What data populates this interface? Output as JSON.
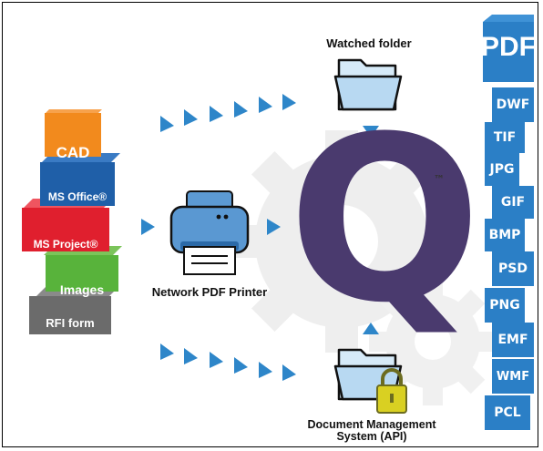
{
  "inputs": [
    {
      "label": "CAD",
      "color": "#f28a1d"
    },
    {
      "label": "MS Office®",
      "color": "#1f5fa8"
    },
    {
      "label": "MS Project®",
      "color": "#e01f2e"
    },
    {
      "label": "Images",
      "color": "#58b33b"
    },
    {
      "label": "RFI form",
      "color": "#6b6b6b"
    }
  ],
  "printer": {
    "label": "Network PDF Printer",
    "icon": "printer-icon"
  },
  "watched_folder": {
    "label": "Watched folder",
    "icon": "folder-icon"
  },
  "dms": {
    "label_line1": "Document Management",
    "label_line2": "System (API)",
    "icon": "locked-folder-icon"
  },
  "logo": {
    "letter": "Q",
    "trademark": "™",
    "color": "#4a3a6e"
  },
  "outputs": {
    "primary": "PDF",
    "formats": [
      "DWF",
      "TIF",
      "JPG",
      "GIF",
      "BMP",
      "PSD",
      "PNG",
      "EMF",
      "WMF",
      "PCL"
    ],
    "color": "#2b7fc6"
  },
  "colors": {
    "arrow": "#2e86c9",
    "gear": "#ededed",
    "folder": "#b8d9f2"
  }
}
